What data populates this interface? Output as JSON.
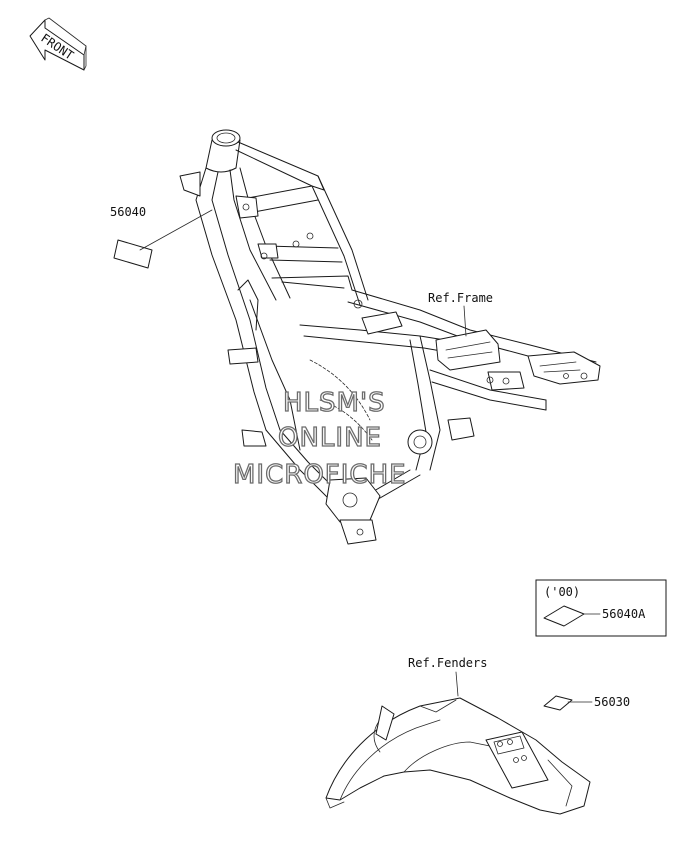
{
  "front_arrow": {
    "label": "FRONT"
  },
  "callouts": {
    "p56040": "56040",
    "ref_frame": "Ref.Frame",
    "ref_fenders": "Ref.Fenders",
    "p56030": "56030",
    "p56040a": "56040A"
  },
  "year_box": {
    "label": "('00)"
  },
  "watermark": {
    "line1": "HLSM'S",
    "line2": "ONLINE",
    "line3": "MICROFICHE"
  },
  "colors": {
    "ink": "#1a1a1a",
    "watermark_stroke": "#6c6c6c",
    "background": "#ffffff"
  }
}
